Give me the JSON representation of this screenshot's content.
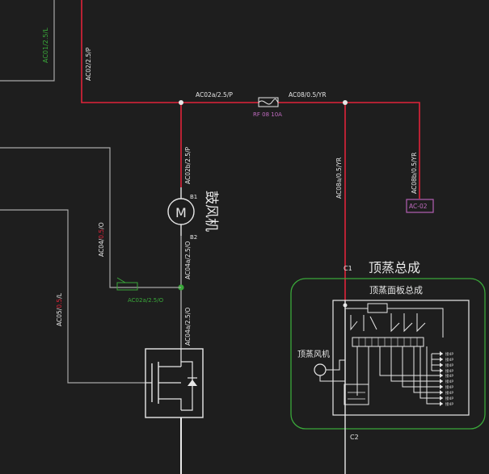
{
  "colors": {
    "background": "#1e1e1e",
    "wire_red": "#e0243a",
    "wire_gray": "#a8a8a8",
    "wire_white": "#e8e8e8",
    "assembly_green": "#3aa83a",
    "connector_magenta": "#b55fb5"
  },
  "labels": {
    "wire_top_vertical": "AC02/2.5/P",
    "wire_top_horizontal": "AC02a/2.5/P",
    "fuse_right_wire": "AC08/0.5/YR",
    "fuse_name": "RF 08 10A",
    "blower_feed": "AC02b/2.5/P",
    "blower_return": "AC04a/2.5/O",
    "right_feed": "AC08a/0.5/YR",
    "right_far": "AC08b/0.5/YR",
    "connector_right": "AC-02",
    "gray_wire_1_prefix": "AC04/",
    "gray_wire_1_mid": "0.5",
    "gray_wire_1_suffix": "/O",
    "gray_wire_2_prefix": "AC05/",
    "gray_wire_2_mid": "0.5",
    "gray_wire_2_suffix": "/L",
    "green_connector": "AC02a/2.5/O",
    "mosfet_wire": "AC04a/2.5/O",
    "top_left_green": "AC01/2.5/L",
    "motor_symbol": "M",
    "motor_pin_top": "B1",
    "motor_pin_bottom": "B2",
    "blower_name": "鼓风机",
    "pin_c1": "C1",
    "pin_c2": "C2",
    "assembly_title": "顶蒸总成",
    "panel_title": "顶蒸面板总成",
    "top_fan": "顶蒸风机"
  }
}
